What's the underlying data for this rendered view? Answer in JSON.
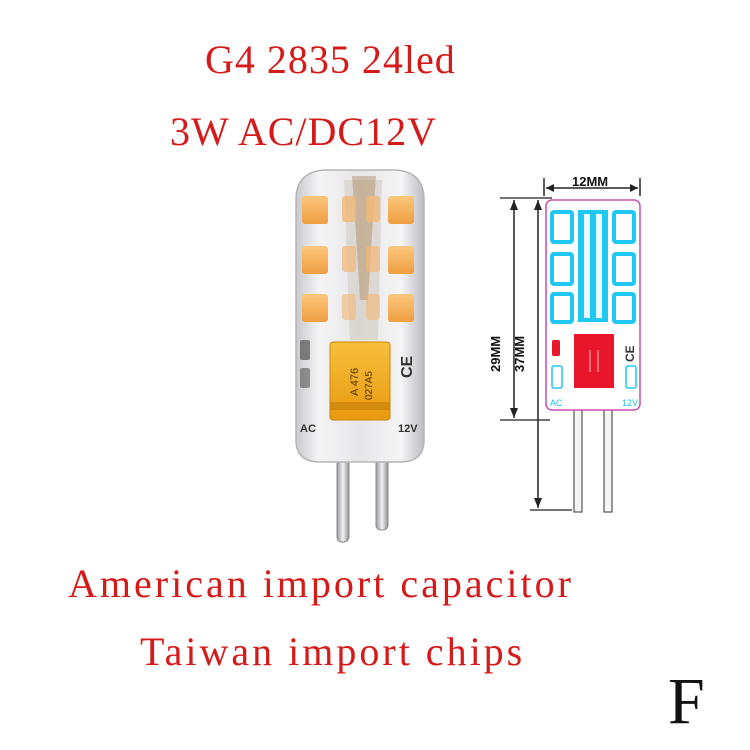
{
  "title": {
    "line1": "G4 2835 24led",
    "line2": "3W  AC/DC12V"
  },
  "features": {
    "line1": "American import capacitor",
    "line2": "Taiwan import chips"
  },
  "variant_label": "F",
  "photo": {
    "capacitor_code": "A 476",
    "capacitor_batch": "027A5",
    "ce_mark": "CE",
    "ac_mark": "AC",
    "voltage_mark": "12V"
  },
  "drawing": {
    "width_label": "12MM",
    "body_height_label": "29MM",
    "total_height_label": "37MM",
    "ac_mark": "AC",
    "voltage_mark": "12V",
    "ce_mark": "CE"
  },
  "colors": {
    "text_red": "#d51a1a",
    "led_amber": "#f6b25a",
    "silicone": "#e9e9ea",
    "capacitor": "#f2a81c",
    "drawing_outline": "#c94fb0",
    "drawing_led": "#ffffff",
    "drawing_cyan": "#1ec8f0",
    "drawing_red": "#e8162a",
    "dimension_lines": "#222222"
  }
}
